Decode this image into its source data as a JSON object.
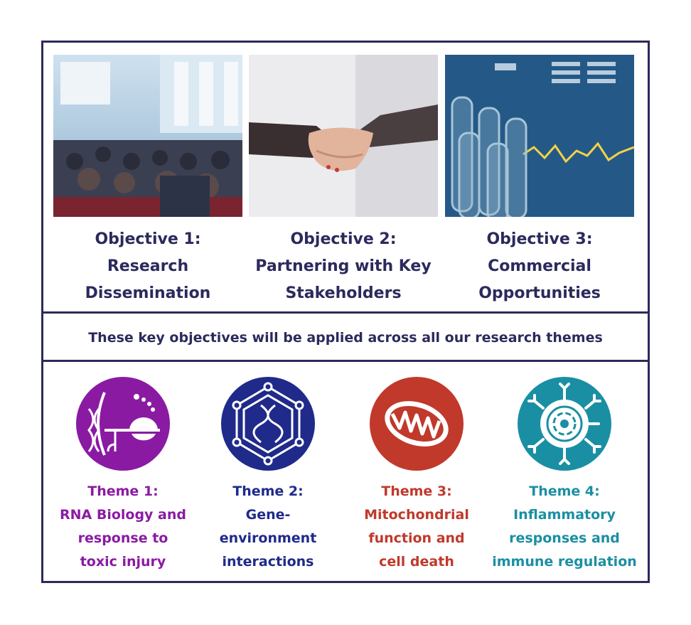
{
  "objectives": [
    {
      "lines": [
        "Objective 1:",
        "Research",
        "Dissemination"
      ],
      "photo": "conference-audience-photo"
    },
    {
      "lines": [
        "Objective 2:",
        "Partnering with Key",
        "Stakeholders"
      ],
      "photo": "handshake-photo"
    },
    {
      "lines": [
        "Objective 3:",
        "Commercial",
        "Opportunities"
      ],
      "photo": "test-tubes-market-data-photo"
    }
  ],
  "banner": "These key objectives will be applied across all our research themes",
  "themes": [
    {
      "lines": [
        "Theme 1:",
        "RNA Biology and",
        "response to",
        "toxic injury"
      ],
      "color": "#8b1aa3",
      "icon": "rna-dna-icon"
    },
    {
      "lines": [
        "Theme 2:",
        "Gene-",
        "environment",
        "interactions"
      ],
      "color": "#1f2a8a",
      "icon": "dna-hexagon-icon"
    },
    {
      "lines": [
        "Theme 3:",
        "Mitochondrial",
        "function and",
        "cell death"
      ],
      "color": "#c0392b",
      "icon": "mitochondria-icon"
    },
    {
      "lines": [
        "Theme 4:",
        "Inflammatory",
        "responses and",
        "immune regulation"
      ],
      "color": "#1a8fa3",
      "icon": "immune-cell-icon"
    }
  ]
}
